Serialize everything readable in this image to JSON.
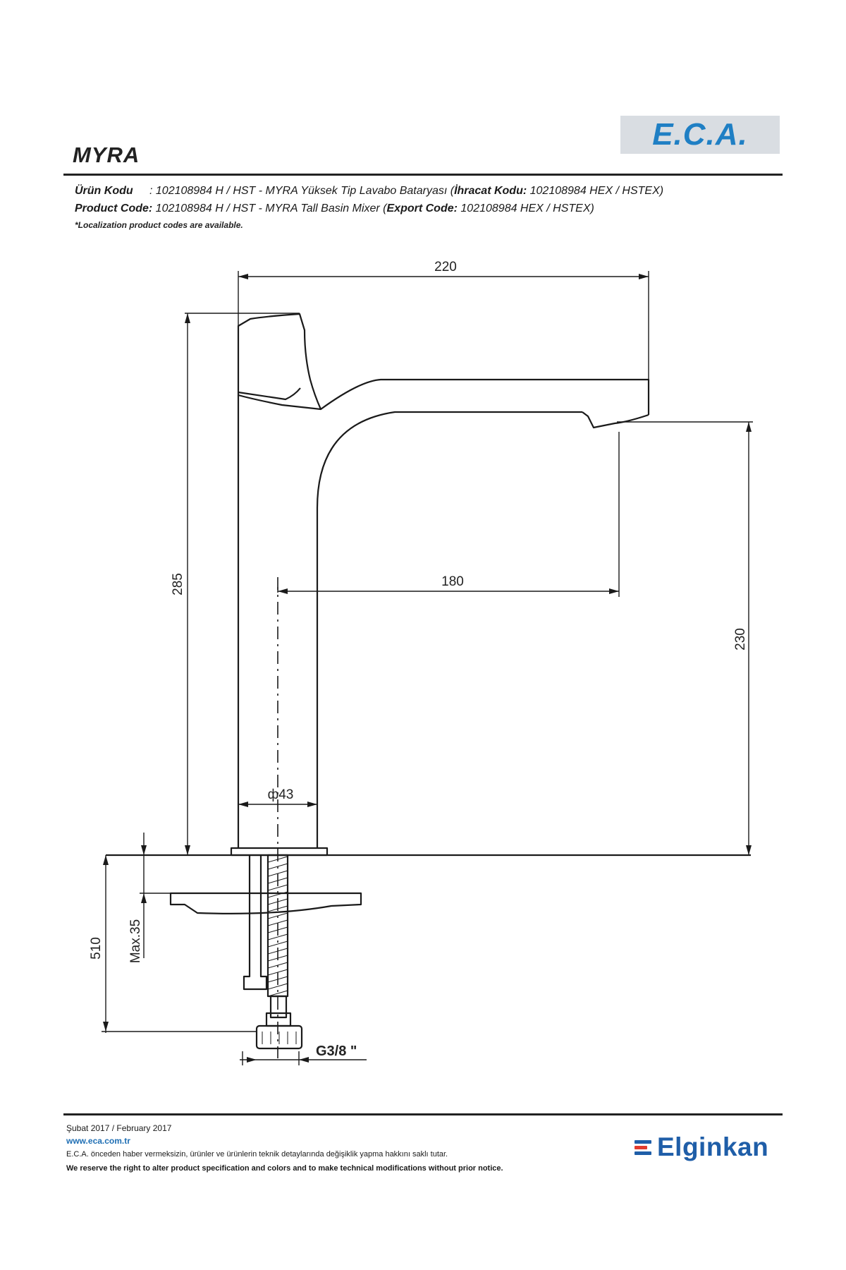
{
  "brand": {
    "logo_text": "E.C.A.",
    "logo_color": "#1f7fc4"
  },
  "title": "MYRA",
  "product_codes": {
    "tr_label": "Ürün Kodu",
    "tr_value": ": 102108984 H / HST - MYRA Yüksek Tip Lavabo Bataryası (",
    "tr_export_label": "İhracat Kodu:",
    "tr_export_value": " 102108984 HEX / HSTEX)",
    "en_label": "Product Code:",
    "en_value": " 102108984 H / HST - MYRA Tall Basin Mixer (",
    "en_export_label": "Export Code:",
    "en_export_value": " 102108984 HEX / HSTEX)",
    "note": "*Localization product codes are available."
  },
  "dimensions": {
    "width_total": "220",
    "height_total": "285",
    "spout_reach": "180",
    "spout_height": "230",
    "body_diameter": "ф43",
    "below_deck": "510",
    "max_deck": "Max.35",
    "connection": "G3/8 \""
  },
  "footer": {
    "date": "Şubat 2017 / February 2017",
    "website": "www.eca.com.tr",
    "disclaimer_tr": "E.C.A. önceden haber vermeksizin, ürünler ve ürünlerin teknik detaylarında değişiklik yapma hakkını saklı tutar.",
    "disclaimer_en": "We reserve the right to alter product specification and colors and to make technical modifications without prior notice."
  },
  "partner": {
    "name": "Elginkan",
    "colors": [
      "#1f5ea8",
      "#e23b2e",
      "#1f5ea8"
    ]
  }
}
